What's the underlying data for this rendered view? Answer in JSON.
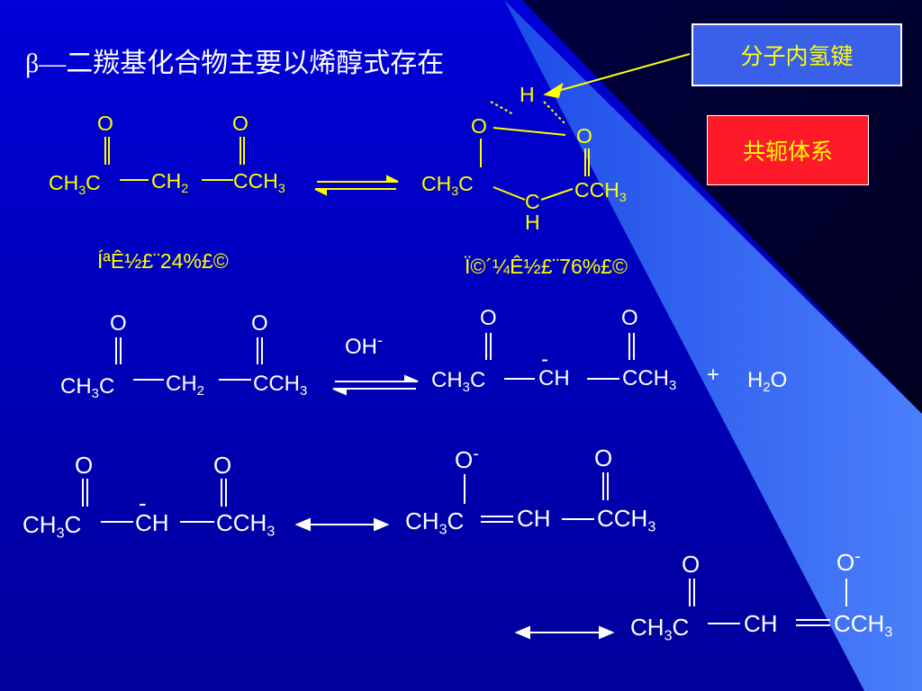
{
  "title": "β—二羰基化合物主要以烯醇式存在",
  "notes": {
    "hbond": "分子内氢键",
    "conjugation": "共轭体系"
  },
  "colors": {
    "background_top": "#0000cc",
    "background_bottom": "#000080",
    "panel": "#0a0a6e",
    "highlight": "#2a5ef0",
    "hbond_box": "#3a5fe8",
    "conj_box": "#ff1a2a",
    "text_yellow": "#ffff00",
    "text_white": "#ffffff"
  },
  "tautomer": {
    "keto": {
      "O": "O",
      "CH": "CH",
      "C": "C",
      "CCH": "CCH",
      "sub3": "3",
      "sub2": "2",
      "percent_label": "ÍªÊ½£¨24%£©"
    },
    "enol": {
      "H": "H",
      "O": "O",
      "CH": "CH",
      "C": "C",
      "CCH": "CCH",
      "sub3": "3",
      "percent_label": "Ï©´¼Ê½£¨76%£©"
    }
  },
  "reaction": {
    "OH": "OH",
    "minus": "-",
    "plus": "+",
    "H": "H",
    "O": "O",
    "sub2": "2",
    "sub3": "3",
    "CH": "CH",
    "C": "C",
    "CCH": "CCH"
  }
}
